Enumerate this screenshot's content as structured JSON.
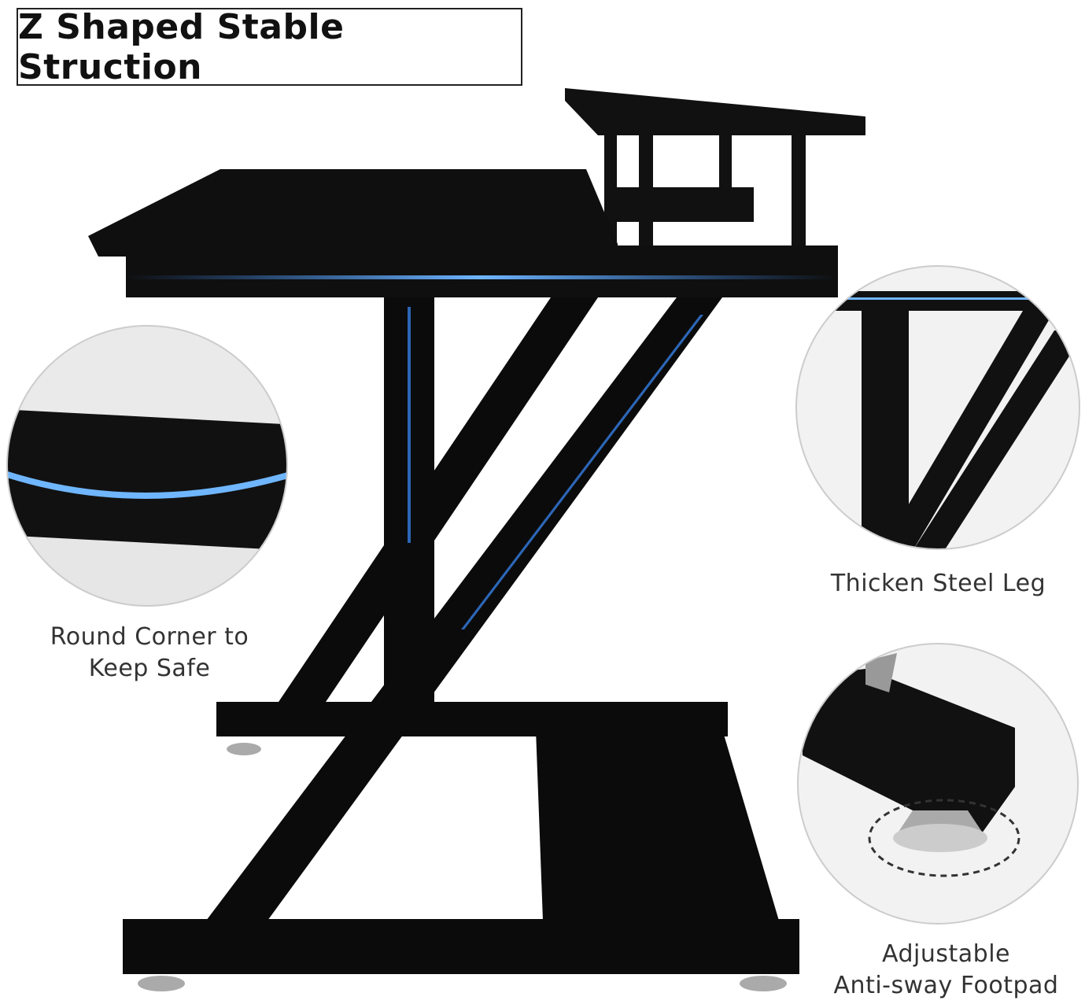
{
  "title": "Z Shaped Stable Struction",
  "callouts": {
    "round_corner": {
      "line1": "Round Corner to",
      "line2": "Keep Safe"
    },
    "steel_leg": {
      "line1": "Thicken Steel Leg"
    },
    "footpad": {
      "line1": "Adjustable",
      "line2": "Anti-sway Footpad"
    }
  },
  "colors": {
    "desk": "#0d0d0d",
    "accent_light": "#3a8dff",
    "circle_bg": "#efefef"
  }
}
